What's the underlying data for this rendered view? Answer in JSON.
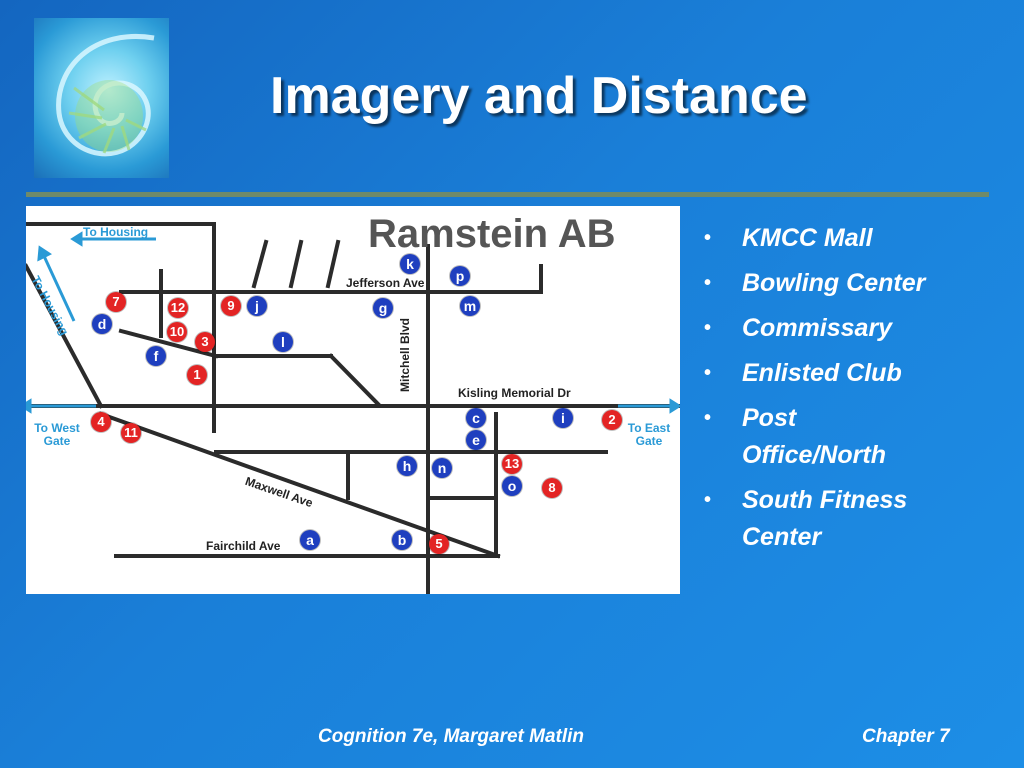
{
  "slide": {
    "title": "Imagery and Distance",
    "logo_icon": "nautilus-shell-icon"
  },
  "map": {
    "title": "Ramstein AB",
    "streets": {
      "jefferson": "Jefferson Ave",
      "mitchell": "Mitchell Blvd",
      "kisling": "Kisling Memorial Dr",
      "maxwell": "Maxwell Ave",
      "fairchild": "Fairchild Ave"
    },
    "arrows": {
      "to_housing_top": "To Housing",
      "to_housing_diag": "To Housing",
      "to_west_gate": "To West Gate",
      "to_east_gate": "To East Gate"
    },
    "markers": {
      "red": [
        "7",
        "12",
        "9",
        "10",
        "3",
        "1",
        "4",
        "11",
        "2",
        "13",
        "8",
        "5"
      ],
      "blue": [
        "k",
        "p",
        "j",
        "g",
        "m",
        "d",
        "l",
        "f",
        "c",
        "i",
        "e",
        "h",
        "n",
        "o",
        "a",
        "b"
      ]
    },
    "colors": {
      "red_marker": "#e32424",
      "blue_marker": "#1f3fbf",
      "arrow": "#2a9ad6"
    }
  },
  "bullets": [
    "KMCC Mall",
    "Bowling Center",
    "Commissary",
    "Enlisted Club",
    "Post Office/North",
    "South Fitness Center"
  ],
  "footer": {
    "left": "Cognition 7e, Margaret Matlin",
    "right": "Chapter 7"
  }
}
